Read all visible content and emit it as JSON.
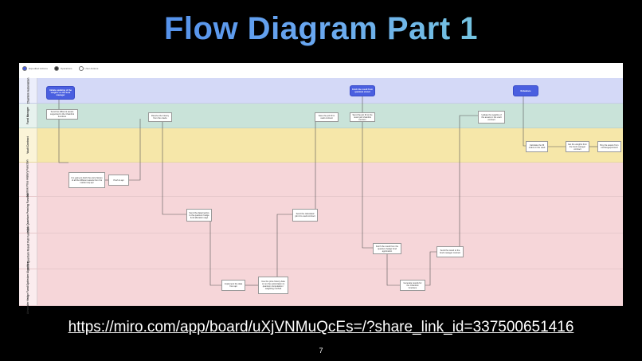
{
  "slide": {
    "title": "Flow Diagram Part 1",
    "link": "https://miro.com/app/board/uXjVNMuQcEs=/?share_link_id=337500651416",
    "page_number": "7"
  },
  "colors": {
    "lane_purple": "#d4d9f7",
    "lane_green": "#c9e3d9",
    "lane_yellow": "#f6e7a9",
    "lane_pink": "#f6d6d9",
    "node_blue": "#4a5fe0"
  },
  "board": {
    "legend": [
      {
        "label": "Expedited Actions",
        "color": "#4a5fe0"
      },
      {
        "label": "Operations",
        "color": "#333333"
      },
      {
        "label": "User Actions",
        "color": "#ffffff"
      }
    ],
    "lanes": [
      {
        "label": "Chainlink Automation"
      },
      {
        "label": "Fund Manager"
      },
      {
        "label": "Vault Contract"
      },
      {
        "label": "Chainlink Price History Function"
      },
      {
        "label": "Chainlink Quantum Proving Function"
      },
      {
        "label": "Chainlink Quantum Result Pull Function"
      },
      {
        "label": "Alexander Hedge Fund Optimizer Algorithm"
      }
    ],
    "nodes": [
      {
        "id": "n1",
        "text": "Initiate updating of the weights on the fund manager",
        "style": "blue"
      },
      {
        "id": "n2",
        "text": "Send the different assets supported in the Chainlink functions",
        "style": "plain"
      },
      {
        "id": "n3",
        "text": "It is going to fetch the price history of all the different assets from the market cap api",
        "style": "plain"
      },
      {
        "id": "n4",
        "text": "Push to api",
        "style": "plain"
      },
      {
        "id": "n5",
        "text": "Receive the history from the oracle",
        "style": "plain"
      },
      {
        "id": "n6",
        "text": "Send the data/metrics to the quantum hedge fund allocation algo",
        "style": "plain"
      },
      {
        "id": "n7",
        "text": "Implement the data from api",
        "style": "plain"
      },
      {
        "id": "n8",
        "text": "Use the price history data to run the optimization & quantum computation / weighting method",
        "style": "plain"
      },
      {
        "id": "n9",
        "text": "Send the calculated job id to vault contract",
        "style": "plain"
      },
      {
        "id": "n10",
        "text": "Save the job ID in vault contract",
        "style": "plain"
      },
      {
        "id": "n11",
        "text": "Fetch the result from quantum circuit",
        "style": "blue"
      },
      {
        "id": "n12",
        "text": "Send the job ID to the result pull chainlink function",
        "style": "plain"
      },
      {
        "id": "n13",
        "text": "Fetch the result from the quantum hedge fund application",
        "style": "plain"
      },
      {
        "id": "n14",
        "text": "Generate results for the Chainlink functions",
        "style": "plain"
      },
      {
        "id": "n15",
        "text": "Send the result to the fund manager contract",
        "style": "plain"
      },
      {
        "id": "n16",
        "text": "Update the weights of the assets in the vault contract",
        "style": "plain"
      },
      {
        "id": "n17",
        "text": "Rebalance",
        "style": "blue"
      },
      {
        "id": "n18",
        "text": "Calculate the fill orders in the vault",
        "style": "plain"
      },
      {
        "id": "n19",
        "text": "Get the weights from the fund manager contract",
        "style": "plain"
      },
      {
        "id": "n20",
        "text": "Buy the assets from exchange/protocol",
        "style": "plain"
      }
    ]
  }
}
